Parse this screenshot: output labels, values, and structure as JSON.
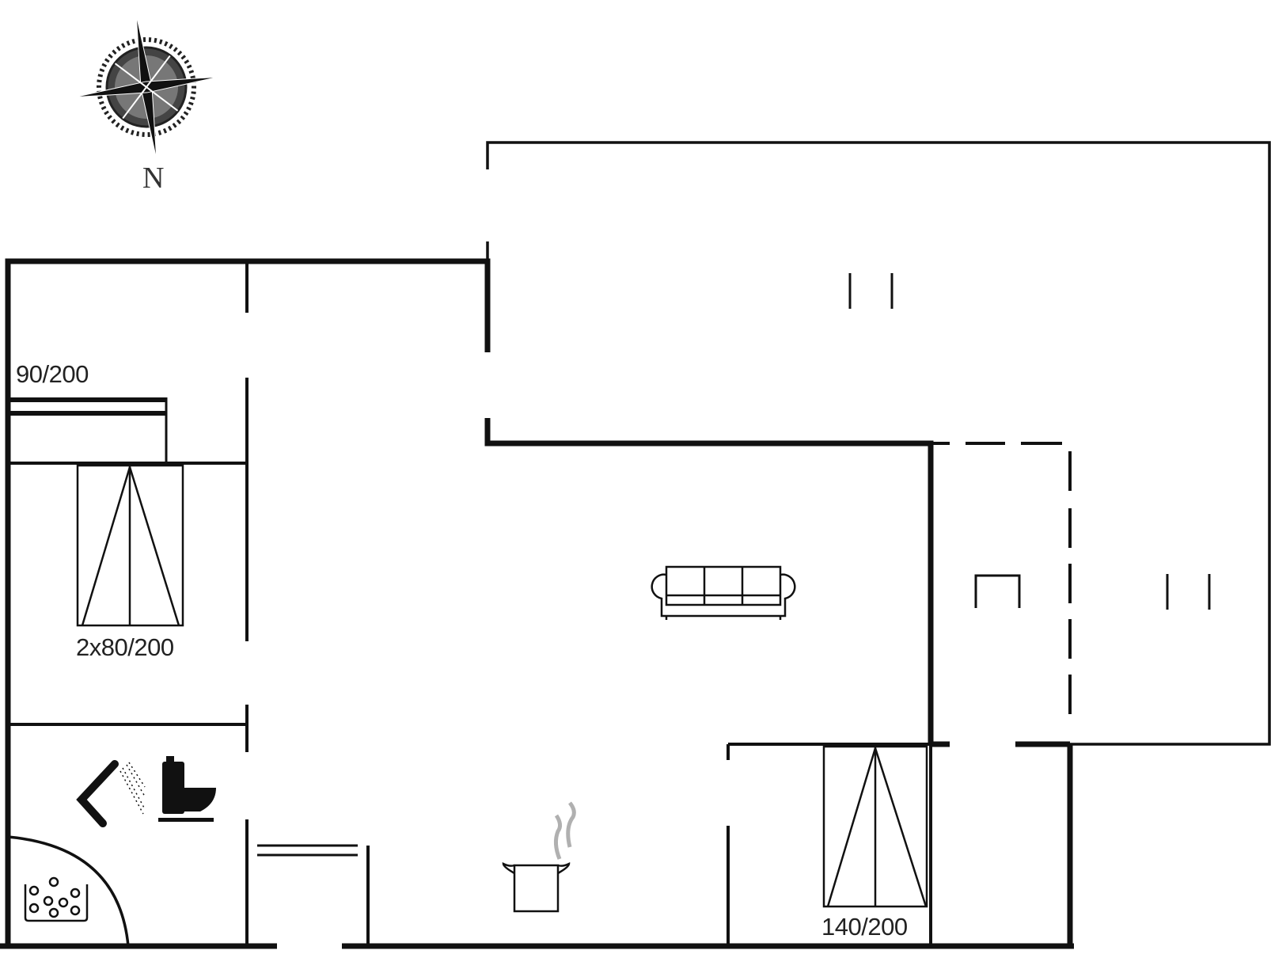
{
  "plan": {
    "compass": {
      "label": "N",
      "icon": "compass-rose-icon"
    },
    "beds": [
      {
        "label": "90/200",
        "type": "single-bed"
      },
      {
        "label": "2x80/200",
        "type": "twin-bed"
      },
      {
        "label": "140/200",
        "type": "double-bed"
      }
    ],
    "symbols": [
      "compass-rose-icon",
      "shower-icon",
      "toilet-icon",
      "sauna-stones-icon",
      "sofa-icon",
      "cooking-pot-icon",
      "window-marks-icon",
      "terrace-chair-icon"
    ],
    "colors": {
      "wall": "#111111",
      "background": "#ffffff",
      "steam": "#b0b0b0"
    }
  }
}
